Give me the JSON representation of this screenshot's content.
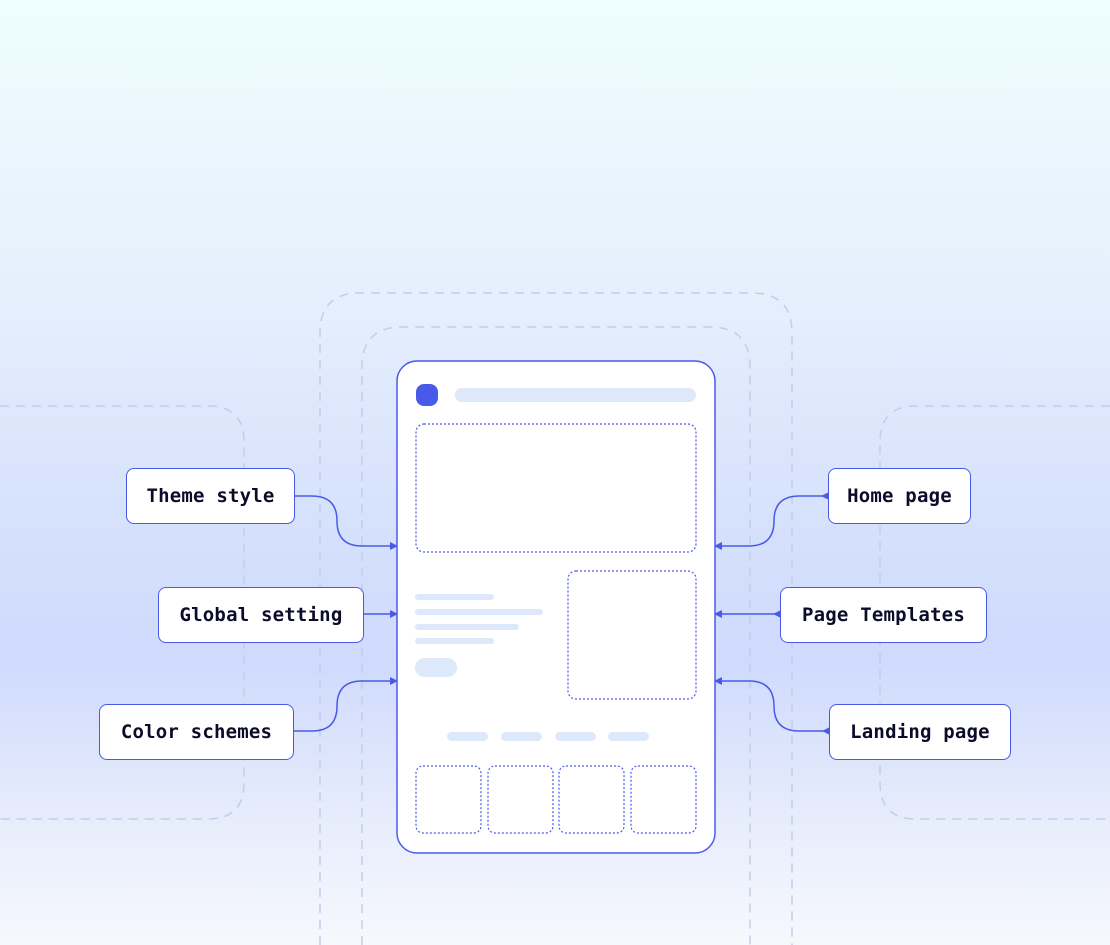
{
  "left_labels": [
    {
      "id": "theme-style",
      "text": "Theme style"
    },
    {
      "id": "global-setting",
      "text": "Global setting"
    },
    {
      "id": "color-schemes",
      "text": "Color schemes"
    }
  ],
  "right_labels": [
    {
      "id": "home-page",
      "text": "Home page"
    },
    {
      "id": "page-templates",
      "text": "Page Templates"
    },
    {
      "id": "landing-page",
      "text": "Landing page"
    }
  ],
  "colors": {
    "accent": "#4a5ae8",
    "label_text": "#0b0b2a",
    "placeholder_bar": "#dde8fb",
    "dashed_frame": "#c3cde9"
  }
}
